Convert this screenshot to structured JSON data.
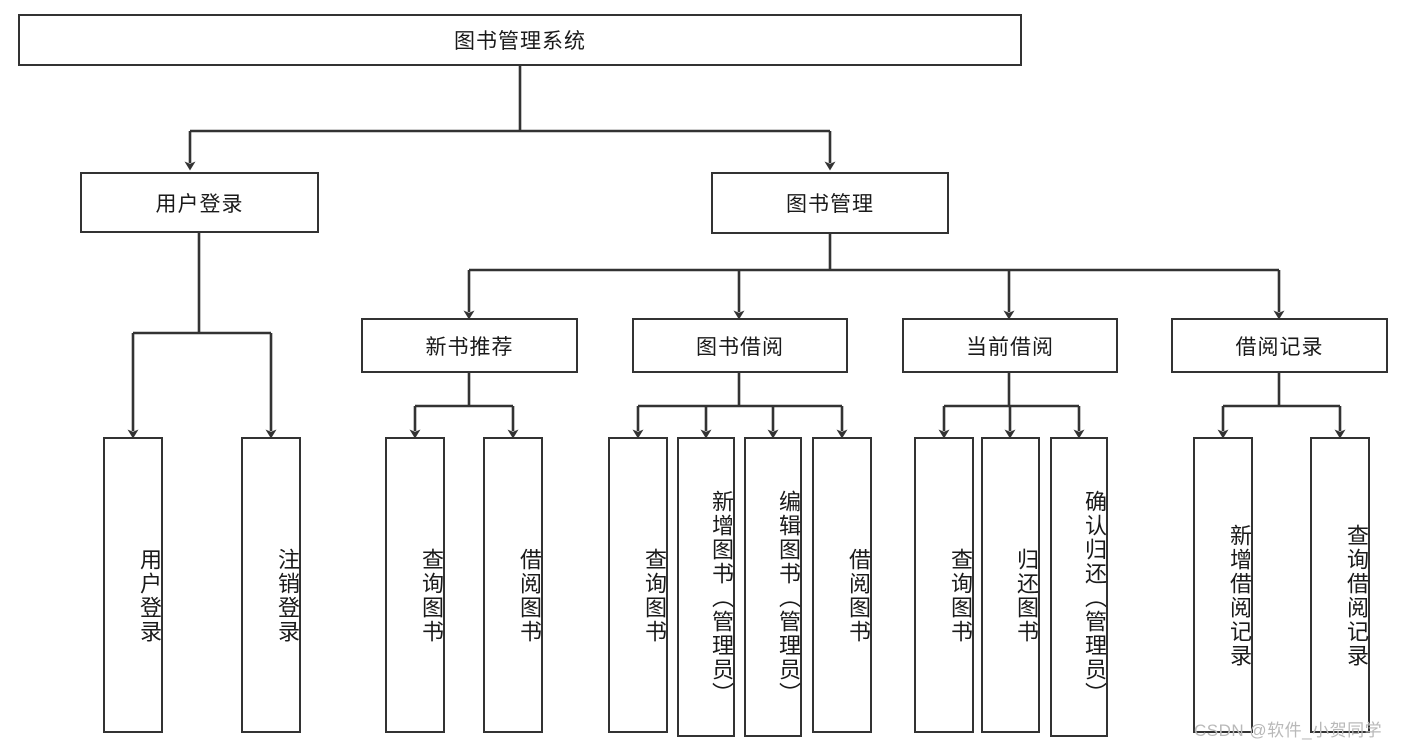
{
  "diagram": {
    "title": "图书管理系统",
    "type": "tree-hierarchy-chart",
    "background_color": "#ffffff",
    "line_color": "#333333",
    "box_border_color": "#333333",
    "text_color": "#1a1a1a"
  },
  "root": {
    "label": "图书管理系统"
  },
  "level1": [
    {
      "label": "用户登录"
    },
    {
      "label": "图书管理"
    }
  ],
  "level2": [
    {
      "label": "新书推荐"
    },
    {
      "label": "图书借阅"
    },
    {
      "label": "当前借阅"
    },
    {
      "label": "借阅记录"
    }
  ],
  "leaves": {
    "user_login": [
      {
        "label": "用户登录"
      },
      {
        "label": "注销登录"
      }
    ],
    "new_book_recommend": [
      {
        "label": "查询图书"
      },
      {
        "label": "借阅图书"
      }
    ],
    "book_borrow": [
      {
        "label": "查询图书"
      },
      {
        "label": "新增图书（管理员）"
      },
      {
        "label": "编辑图书（管理员）"
      },
      {
        "label": "借阅图书"
      }
    ],
    "current_borrow": [
      {
        "label": "查询图书"
      },
      {
        "label": "归还图书"
      },
      {
        "label": "确认归还（管理员）"
      }
    ],
    "borrow_record": [
      {
        "label": "新增借阅记录"
      },
      {
        "label": "查询借阅记录"
      }
    ]
  },
  "watermark": {
    "text": "CSDN @软件_小贺同学",
    "color": "#b9b9b9"
  }
}
